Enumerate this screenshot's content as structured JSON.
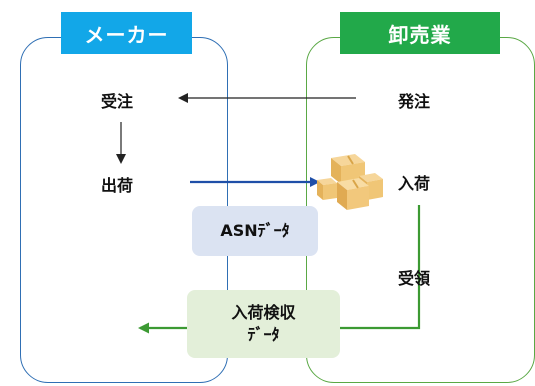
{
  "lanes": {
    "maker": {
      "header": "メーカー",
      "color": "#12a7e8",
      "border": "#2f6fb4"
    },
    "wholesale": {
      "header": "卸売業",
      "color": "#22a94a",
      "border": "#5aa845"
    }
  },
  "steps": {
    "maker_order_receive": "受注",
    "maker_ship": "出荷",
    "wholesale_order": "発注",
    "wholesale_arrival": "入荷",
    "wholesale_receipt": "受領"
  },
  "data_boxes": {
    "asn": {
      "line1": "ASNﾃﾞｰﾀ"
    },
    "inspection": {
      "line1": "入荷検収",
      "line2": "ﾃﾞｰﾀ"
    }
  },
  "icons": {
    "cargo": "cardboard-boxes-icon"
  },
  "arrow_colors": {
    "order": "#222222",
    "shipment": "#1f4fa8",
    "inspection": "#3c9a33"
  }
}
